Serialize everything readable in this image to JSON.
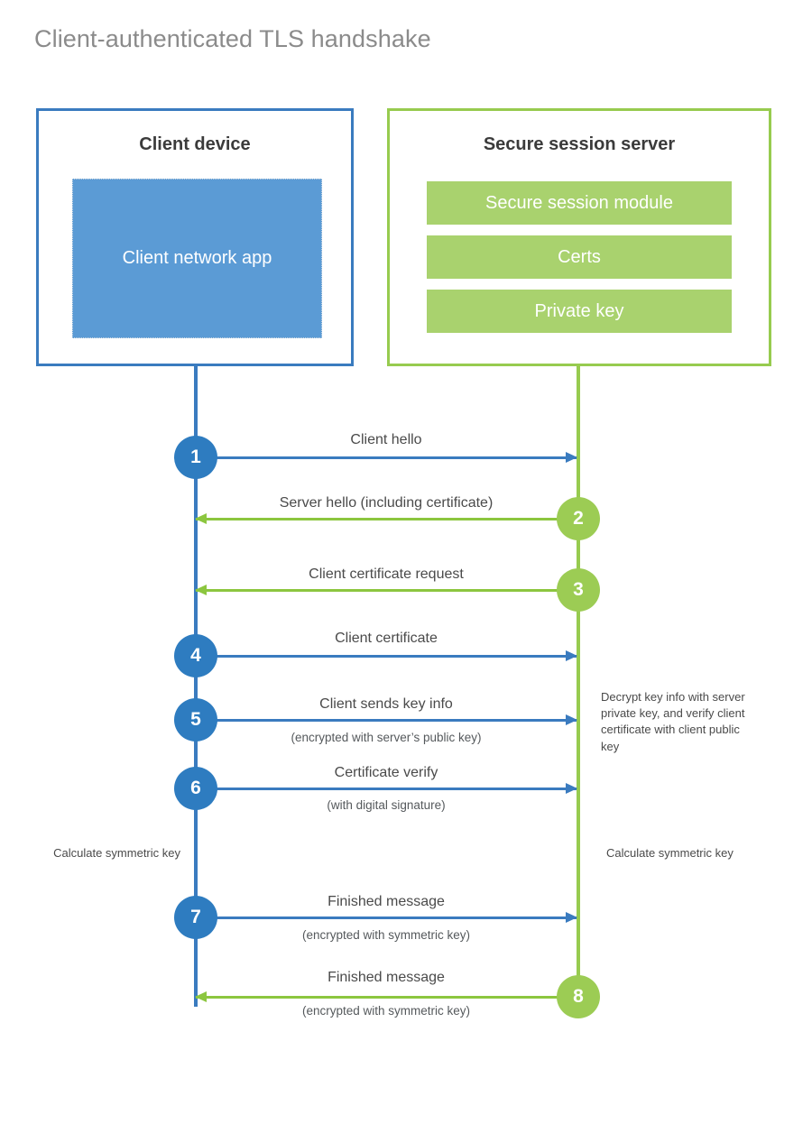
{
  "title": "Client-authenticated TLS handshake",
  "colors": {
    "client_blue": "#3a7bbf",
    "client_app_fill": "#5b9bd5",
    "server_green": "#97cb4f",
    "server_module_fill": "#a9d26e",
    "arrow_blue": "#3a7bbf",
    "arrow_green": "#8cc63f",
    "title_gray": "#8b8b8b",
    "label_gray": "#4a4a4a"
  },
  "client": {
    "title": "Client device",
    "app_label": "Client network app"
  },
  "server": {
    "title": "Secure session server",
    "modules": [
      {
        "label": "Secure session module"
      },
      {
        "label": "Certs"
      },
      {
        "label": "Private key"
      }
    ]
  },
  "steps": [
    {
      "number": "1",
      "label": "Client hello",
      "sublabel": "",
      "direction": "to-server",
      "origin": "client"
    },
    {
      "number": "2",
      "label": "Server hello (including certificate)",
      "sublabel": "",
      "direction": "to-client",
      "origin": "server"
    },
    {
      "number": "3",
      "label": "Client certificate request",
      "sublabel": "",
      "direction": "to-client",
      "origin": "server"
    },
    {
      "number": "4",
      "label": "Client certificate",
      "sublabel": "",
      "direction": "to-server",
      "origin": "client"
    },
    {
      "number": "5",
      "label": "Client sends key info",
      "sublabel": "(encrypted with server’s public key)",
      "direction": "to-server",
      "origin": "client"
    },
    {
      "number": "6",
      "label": "Certificate verify",
      "sublabel": "(with digital signature)",
      "direction": "to-server",
      "origin": "client"
    },
    {
      "number": "7",
      "label": "Finished message",
      "sublabel": "(encrypted with symmetric key)",
      "direction": "to-server",
      "origin": "client"
    },
    {
      "number": "8",
      "label": "Finished message",
      "sublabel": "(encrypted with symmetric key)",
      "direction": "to-client",
      "origin": "server"
    }
  ],
  "notes": {
    "server_decrypt": "Decrypt key info with server private key, and verify client certificate with client public key",
    "client_calculate": "Calculate symmetric key",
    "server_calculate": "Calculate symmetric key"
  }
}
